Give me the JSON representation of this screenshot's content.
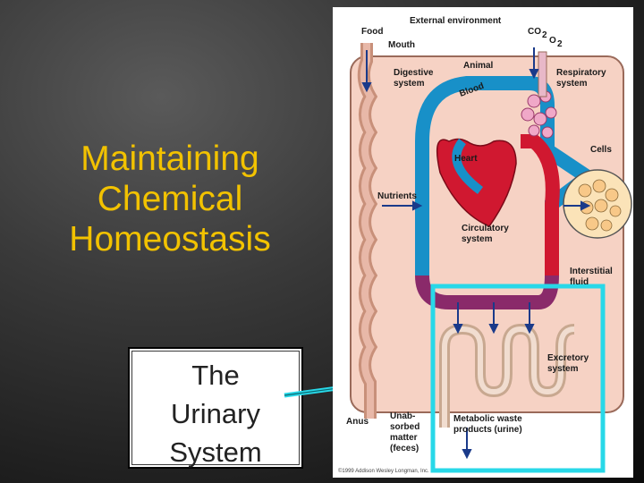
{
  "title": {
    "lines": [
      "Maintaining",
      "Chemical",
      "Homeostasis"
    ],
    "color": "#f2c200"
  },
  "callout": {
    "lines": [
      "The",
      "Urinary",
      "System"
    ]
  },
  "figure": {
    "external_environment": "External environment",
    "food": "Food",
    "mouth": "Mouth",
    "co2": "CO",
    "co2_sub": "2",
    "o2": "O",
    "o2_sub": "2",
    "animal": "Animal",
    "digestive_system": [
      "Digestive",
      "system"
    ],
    "respiratory_system": [
      "Respiratory",
      "system"
    ],
    "blood": "Blood",
    "heart": "Heart",
    "cells": "Cells",
    "nutrients": "Nutrients",
    "circulatory_system": [
      "Circulatory",
      "system"
    ],
    "interstitial_fluid": [
      "Interstitial",
      "fluid"
    ],
    "excretory_system": [
      "Excretory",
      "system"
    ],
    "anus": "Anus",
    "unabsorbed_matter": [
      "Unab-",
      "sorbed",
      "matter",
      "(feces)"
    ],
    "metabolic_waste": [
      "Metabolic waste",
      "products (urine)"
    ],
    "copyright": "©1999 Addison Wesley Longman, Inc."
  },
  "colors": {
    "highlight": "#28d8e8",
    "artery": "#d01830",
    "vein": "#1890c8",
    "tissue": "#f6d2c4"
  }
}
